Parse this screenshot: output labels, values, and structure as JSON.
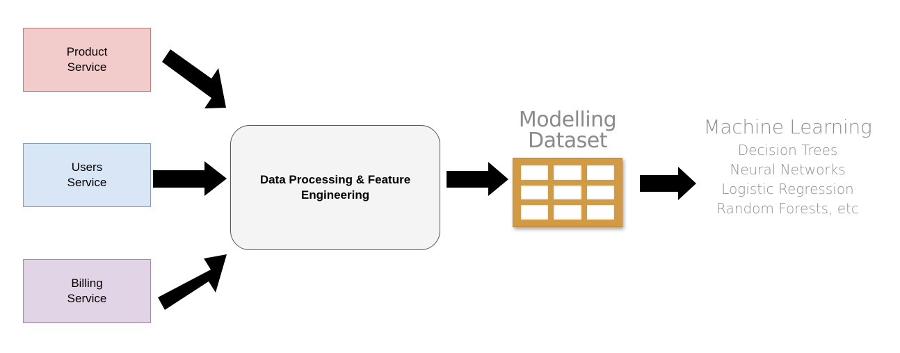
{
  "sources": [
    {
      "lines": [
        "Product",
        "Service"
      ],
      "fill": "#f2cbcb",
      "stroke": "#c97a78"
    },
    {
      "lines": [
        "Users",
        "Service"
      ],
      "fill": "#d8e6f6",
      "stroke": "#7d9ec8"
    },
    {
      "lines": [
        "Billing",
        "Service"
      ],
      "fill": "#e1d4e6",
      "stroke": "#a487ae"
    }
  ],
  "processing": {
    "lines": [
      "Data Processing & Feature",
      "Engineering"
    ]
  },
  "dataset": {
    "lines": [
      "Modelling",
      "Dataset"
    ],
    "accent": "#d39a44"
  },
  "machine_learning": {
    "title": "Machine Learning",
    "items": [
      "Decision Trees",
      "Neural Networks",
      "Logistic Regression",
      "Random Forests, etc"
    ]
  },
  "arrow_color": "#000000"
}
